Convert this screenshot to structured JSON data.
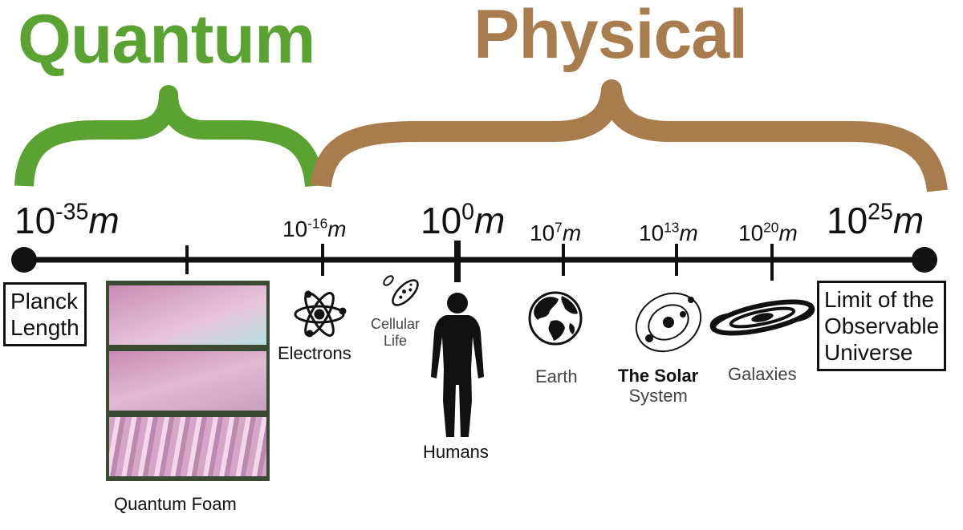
{
  "titles": {
    "quantum": "Quantum",
    "physical": "Physical"
  },
  "colors": {
    "quantum": "#5aa333",
    "physical": "#a87c4c",
    "axis": "#111111"
  },
  "scales": [
    {
      "base": "10",
      "exp": "-35",
      "unit": "m"
    },
    {
      "base": "10",
      "exp": "-16",
      "unit": "m"
    },
    {
      "base": "10",
      "exp": "0",
      "unit": "m"
    },
    {
      "base": "10",
      "exp": "7",
      "unit": "m"
    },
    {
      "base": "10",
      "exp": "13",
      "unit": "m"
    },
    {
      "base": "10",
      "exp": "20",
      "unit": "m"
    },
    {
      "base": "10",
      "exp": "25",
      "unit": "m"
    }
  ],
  "labels": {
    "planck_line1": "Planck",
    "planck_line2": "Length",
    "quantum_foam": "Quantum Foam",
    "electrons": "Electrons",
    "cellular_line1": "Cellular",
    "cellular_line2": "Life",
    "humans": "Humans",
    "earth": "Earth",
    "solar_line1": "The Solar",
    "solar_line2": "System",
    "galaxies": "Galaxies",
    "limit_line1": "Limit of the",
    "limit_line2": "Observable",
    "limit_line3": "Universe"
  },
  "icons": [
    "atom-icon",
    "cell-icon",
    "human-silhouette-icon",
    "earth-globe-icon",
    "solar-system-icon",
    "galaxy-icon",
    "quantum-foam-image"
  ]
}
